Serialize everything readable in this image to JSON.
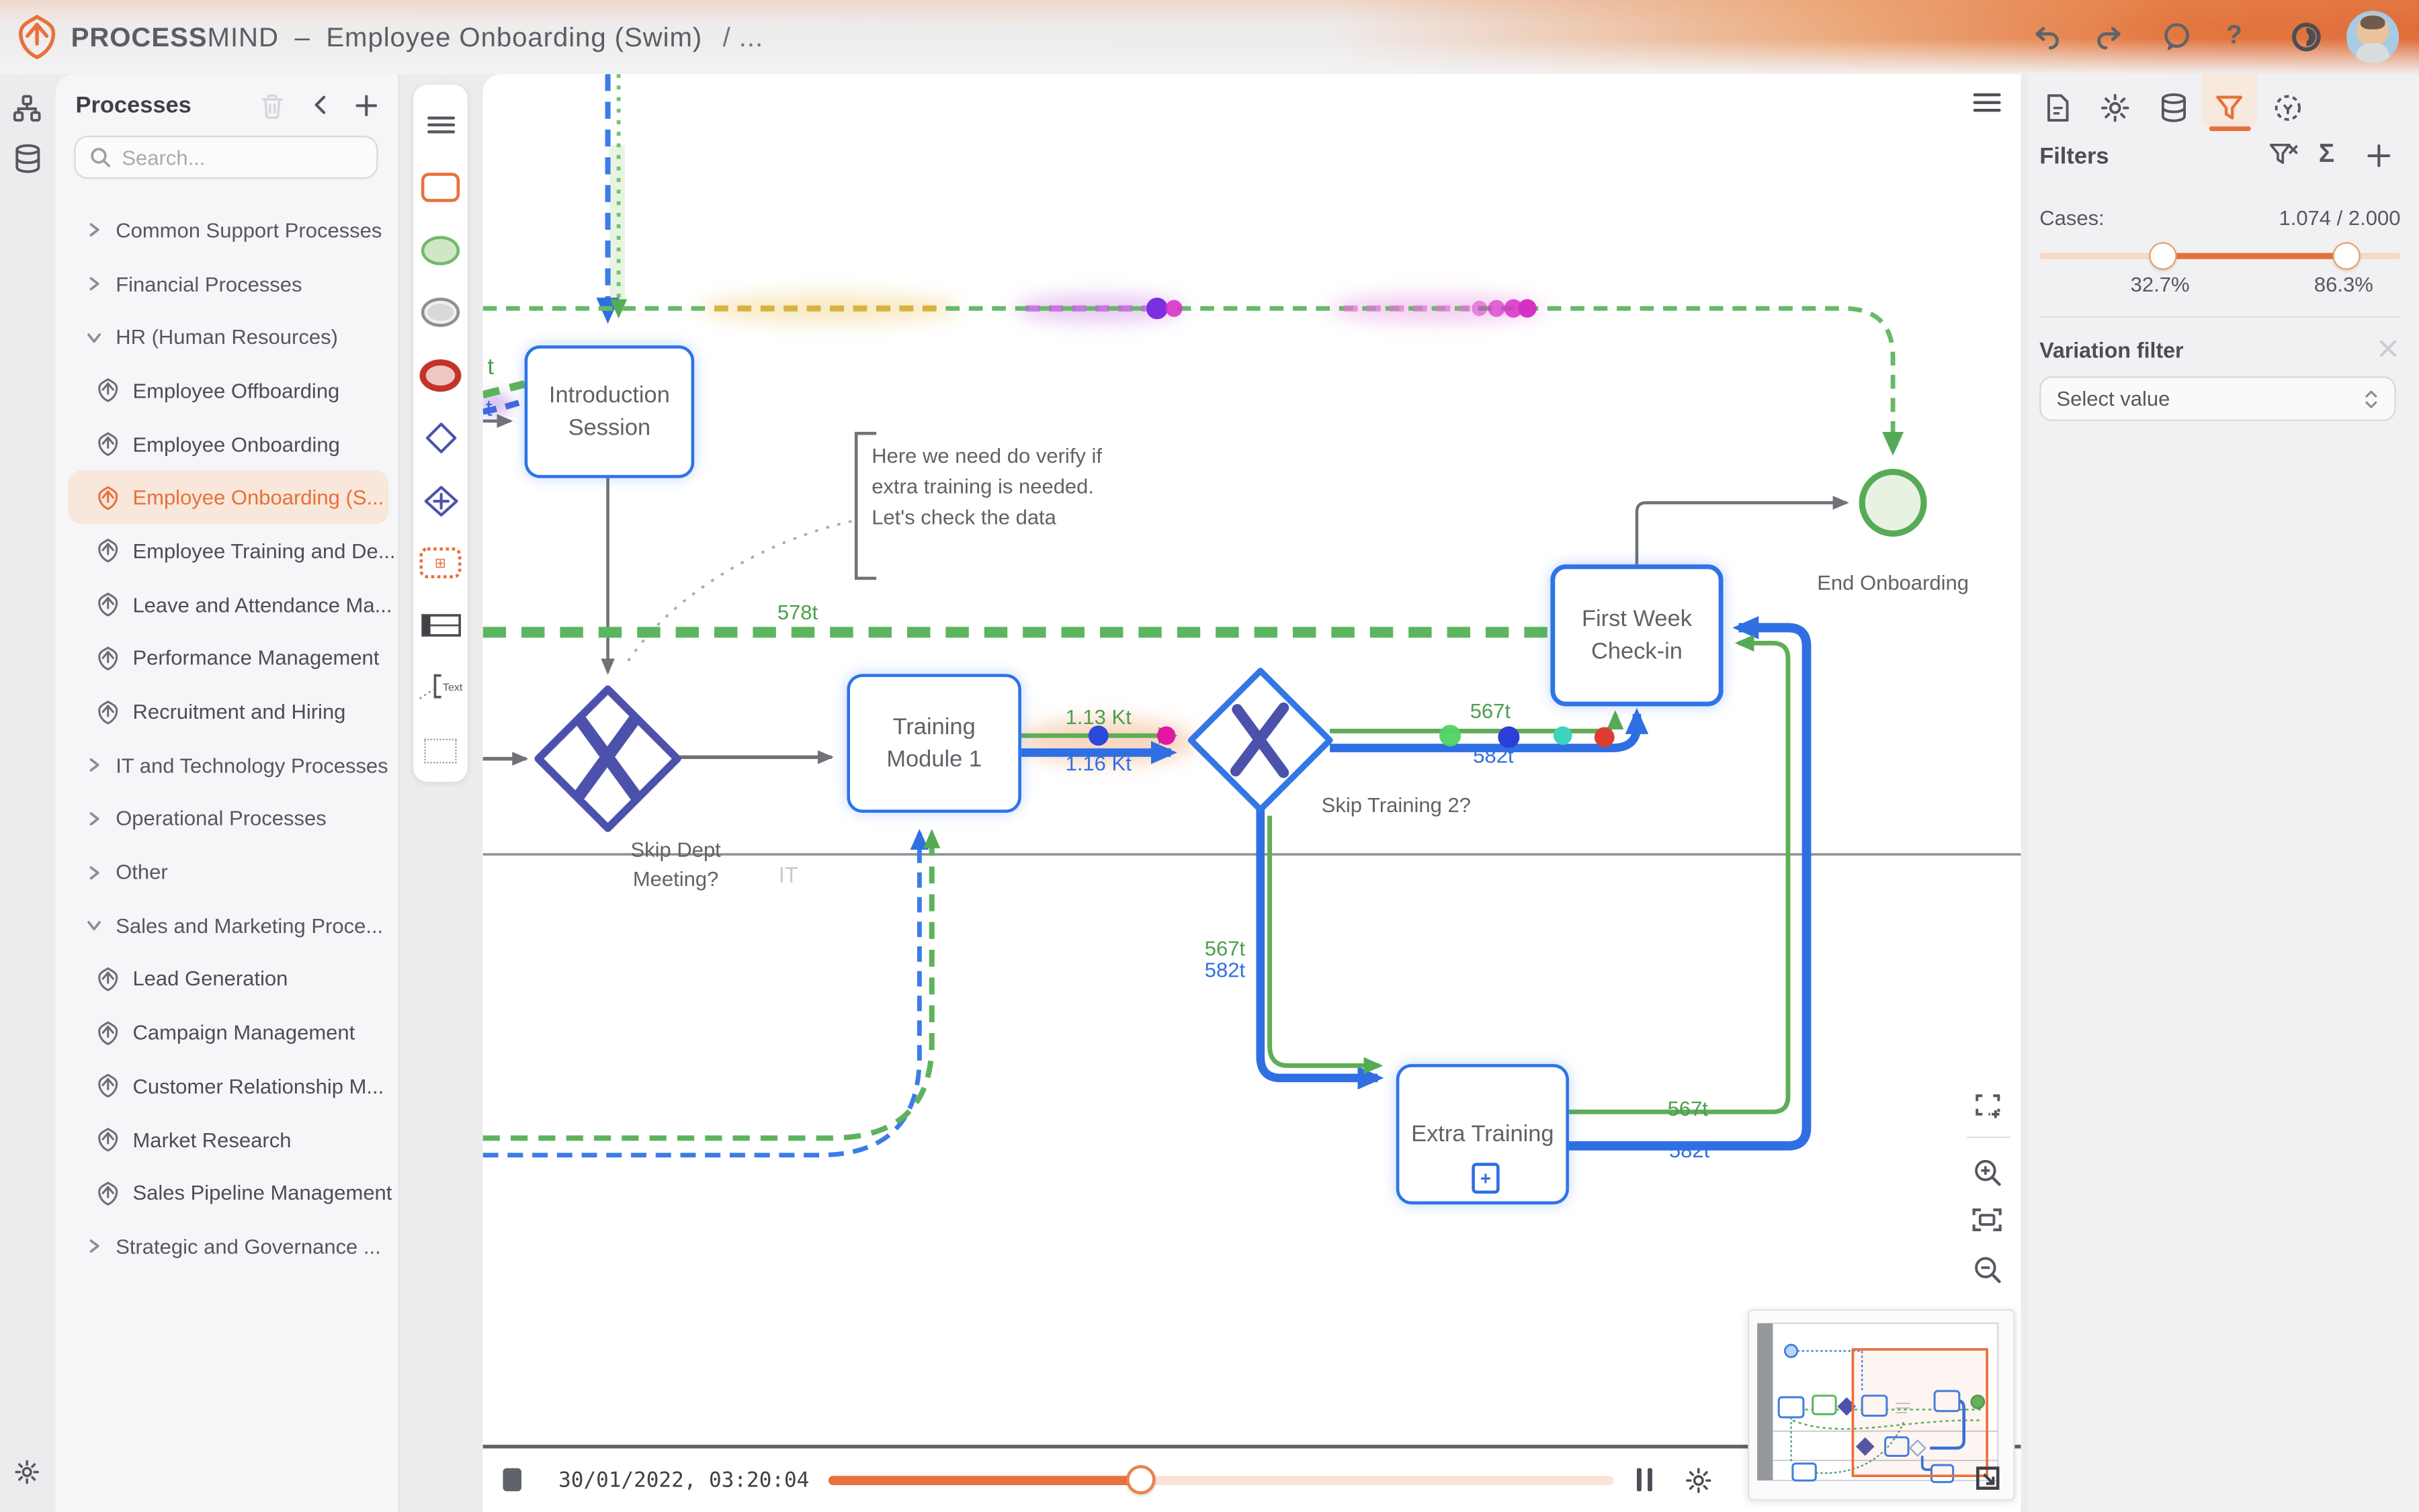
{
  "topbar": {
    "brand_primary": "PROCESS",
    "brand_secondary": "MIND",
    "separator": "–",
    "title": "Employee Onboarding (Swim)",
    "path_suffix": "/ ..."
  },
  "sidebar": {
    "header": "Processes",
    "search_placeholder": "Search...",
    "items": [
      {
        "label": "Common Support Processes",
        "kind": "group",
        "state": "collapsed"
      },
      {
        "label": "Financial Processes",
        "kind": "group",
        "state": "collapsed"
      },
      {
        "label": "HR (Human Resources)",
        "kind": "group",
        "state": "expanded"
      },
      {
        "label": "Employee Offboarding",
        "kind": "process"
      },
      {
        "label": "Employee Onboarding",
        "kind": "process"
      },
      {
        "label": "Employee Onboarding (S...",
        "kind": "process",
        "selected": true
      },
      {
        "label": "Employee Training and De...",
        "kind": "process"
      },
      {
        "label": "Leave and Attendance Ma...",
        "kind": "process"
      },
      {
        "label": "Performance Management",
        "kind": "process"
      },
      {
        "label": "Recruitment and Hiring",
        "kind": "process"
      },
      {
        "label": "IT and Technology Processes",
        "kind": "group",
        "state": "collapsed"
      },
      {
        "label": "Operational Processes",
        "kind": "group",
        "state": "collapsed"
      },
      {
        "label": "Other",
        "kind": "group",
        "state": "collapsed"
      },
      {
        "label": "Sales and Marketing Proce...",
        "kind": "group",
        "state": "expanded"
      },
      {
        "label": "Lead Generation",
        "kind": "process"
      },
      {
        "label": "Campaign Management",
        "kind": "process"
      },
      {
        "label": "Customer Relationship M...",
        "kind": "process"
      },
      {
        "label": "Market Research",
        "kind": "process"
      },
      {
        "label": "Sales Pipeline Management",
        "kind": "process"
      },
      {
        "label": "Strategic and Governance ...",
        "kind": "group",
        "state": "collapsed"
      }
    ]
  },
  "toolbar": {
    "text_tool_label": "Text"
  },
  "canvas": {
    "nodes": {
      "introduction_session": "Introduction Session",
      "training_module_1": "Training Module 1",
      "first_week_check_in": "First Week Check-in",
      "extra_training": "Extra Training",
      "end_onboarding": "End Onboarding"
    },
    "gateways": {
      "skip_dept_line1": "Skip Dept",
      "skip_dept_line2": "Meeting?",
      "skip_training_2": "Skip Training 2?"
    },
    "annotation": {
      "line1": "Here we need do verify if",
      "line2": "extra training is needed.",
      "line3": "Let's check the data"
    },
    "lane_label": "IT",
    "edge_labels": {
      "intro_in_green": "t",
      "intro_in_blue": "t",
      "main_green_flow": "578t",
      "tm1_out_green": "1.13 Kt",
      "tm1_out_blue": "1.16 Kt",
      "g2_to_checkin_green": "567t",
      "g2_to_checkin_blue": "582t",
      "g2_down_green": "567t",
      "g2_down_blue": "582t",
      "extra_out_green": "567t",
      "extra_out_blue": "582t"
    }
  },
  "right_panel": {
    "title": "Filters",
    "cases_label": "Cases:",
    "cases_value": "1.074 / 2.000",
    "range_min_label": "32.7%",
    "range_max_label": "86.3%",
    "variation_title": "Variation filter",
    "select_placeholder": "Select value"
  },
  "playback": {
    "timestamp": "30/01/2022, 03:20:04"
  },
  "colors": {
    "accent_orange": "#E8713C",
    "flow_blue": "#2F6FE3",
    "flow_green": "#55AB55",
    "gateway_indigo": "#4C52AC",
    "end_green": "#56AB56",
    "slider_track": "#F6DAC8",
    "selected_item_bg": "#F8E7DA"
  }
}
